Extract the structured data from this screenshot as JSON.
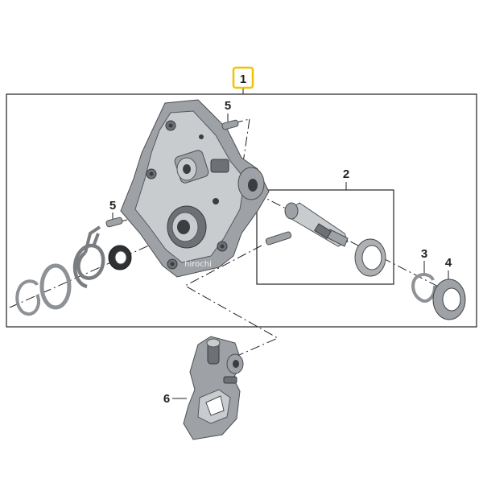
{
  "diagram": {
    "highlight_color": "#f2c200",
    "line_color": "#222222",
    "part_color": "#9ea2a6",
    "callouts": {
      "c1": "1",
      "c2": "2",
      "c3": "3",
      "c4": "4",
      "c5a": "5",
      "c5b": "5",
      "c6": "6"
    },
    "watermark": "hirochi"
  }
}
